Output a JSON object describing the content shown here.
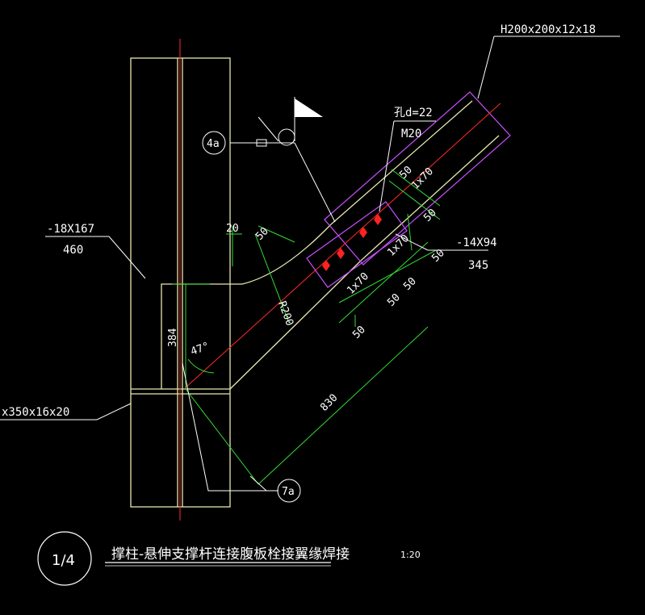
{
  "colors": {
    "background": "#000000",
    "outline": "#e8e8b0",
    "centerline": "#ff2a2a",
    "dimension": "#33dd33",
    "leader": "#ffffff",
    "brace_plate": "#c850ff",
    "bolt": "#ff2222"
  },
  "labels": {
    "section_brace": "H200x200x12x18",
    "hole": "孔d=22",
    "bolt": "M20",
    "plate_top": "-18X167",
    "plate_top_len": "460",
    "plate_right": "-14X94",
    "plate_right_len": "345",
    "plate_bottom": "x350x16x20",
    "weld_ref_top": "4a",
    "weld_ref_bottom": "7a",
    "radius": "R200",
    "height_384": "384",
    "angle": "47°",
    "length_830": "830",
    "dim_20": "20",
    "dim_50_a": "50",
    "dim_50_b": "50",
    "dim_50_c": "50",
    "dim_50_d": "50",
    "dim_50_e": "50",
    "dim_1x70_a": "1x70",
    "dim_1x70_b": "1x70",
    "dim_50_rot_a": "50",
    "dim_1x70_rot": "1x70",
    "dim_50_rot_b": "50"
  },
  "title": {
    "detail_number": "1/4",
    "text": "撑柱-悬伸支撑杆连接腹板栓接翼缘焊接",
    "scale": "1:20"
  }
}
